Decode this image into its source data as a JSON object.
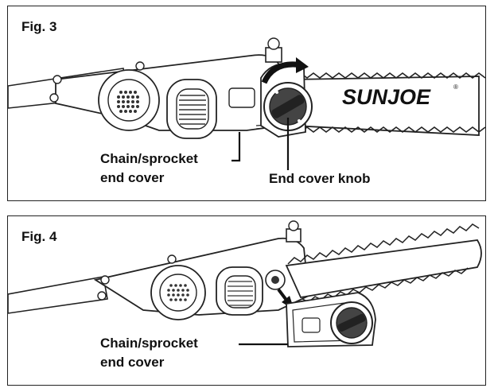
{
  "figures": [
    {
      "label": "Fig. 3",
      "brand": "SUNJOE",
      "brand_mark": "®",
      "callouts": [
        {
          "lines": [
            "Chain/sprocket",
            "end cover"
          ]
        },
        {
          "lines": [
            "End cover knob"
          ]
        }
      ]
    },
    {
      "label": "Fig. 4",
      "callouts": [
        {
          "lines": [
            "Chain/sprocket",
            "end cover"
          ]
        }
      ]
    }
  ]
}
